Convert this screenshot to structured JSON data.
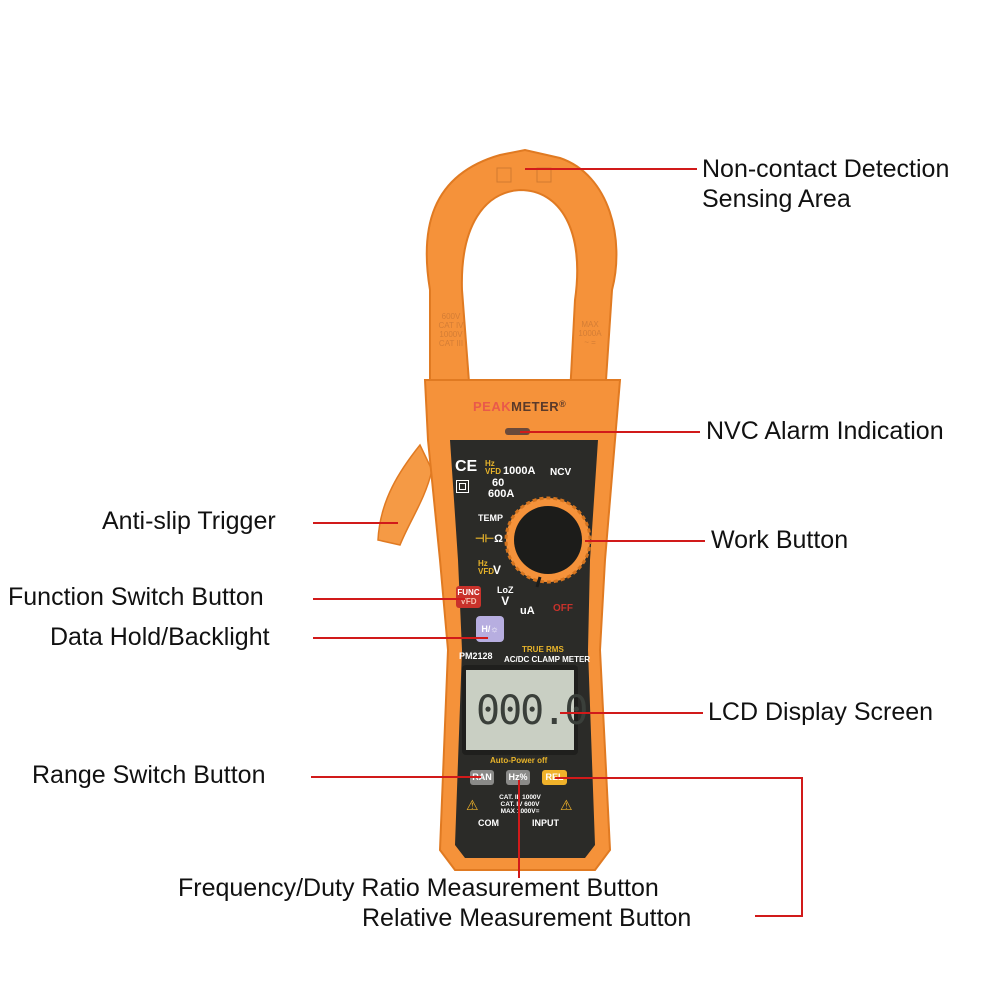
{
  "callouts": {
    "ncv_sensing": [
      "Non-contact Detection",
      "Sensing Area"
    ],
    "nvc_alarm": "NVC Alarm Indication",
    "work_button": "Work Button",
    "lcd": "LCD Display Screen",
    "anti_slip": "Anti-slip Trigger",
    "func_switch": "Function Switch Button",
    "data_hold": "Data Hold/Backlight",
    "range_switch": "Range Switch Button",
    "freq_duty": "Frequency/Duty Ratio Measurement Button",
    "relative": "Relative Measurement Button"
  },
  "device": {
    "brand_left": "PEAK",
    "brand_right": "METER",
    "registered": "®",
    "model": "PM2128",
    "true_rms": "TRUE RMS",
    "subtitle": "AC/DC CLAMP METER",
    "jaw_left": [
      "600V",
      "CAT IV",
      "1000V",
      "CAT III"
    ],
    "jaw_right": [
      "MAX",
      "1000A",
      "~ ="
    ],
    "dial_labels": {
      "ce": "CE",
      "hz": "Hz",
      "vfd": "VFD",
      "a1000": "1000",
      "a_sym": "A",
      "ncv": "NCV",
      "a60": "60",
      "a600": "600",
      "temp": "TEMP",
      "cap_ohm": "Ω",
      "hz2": "Hz",
      "vfd2": "VFD",
      "v_sym": "V",
      "loz": "LoZ",
      "v2": "V",
      "ua": "uA",
      "off": "OFF"
    },
    "buttons": {
      "func": "FUNC",
      "func_sub": "VFD",
      "hold": "H/☼",
      "ran": "RAN",
      "hz": "Hz%",
      "rel": "REL"
    },
    "lcd_value": "000.0",
    "auto_power": "Auto-Power off",
    "ratings": [
      "CAT. III 1000V",
      "CAT. IV 600V",
      "MAX 1000V="
    ],
    "com": "COM",
    "input": "INPUT"
  },
  "colors": {
    "orange": "#f5923a",
    "orange_dark": "#e07a22",
    "panel": "#2b2b28",
    "callout_line": "#d11a1a",
    "lcd": "#c9cfc3",
    "yellow_text": "#e8b42a",
    "func_red": "#c9322b",
    "rel_yellow": "#f0b22a",
    "hold_purple": "#b7aee0"
  }
}
